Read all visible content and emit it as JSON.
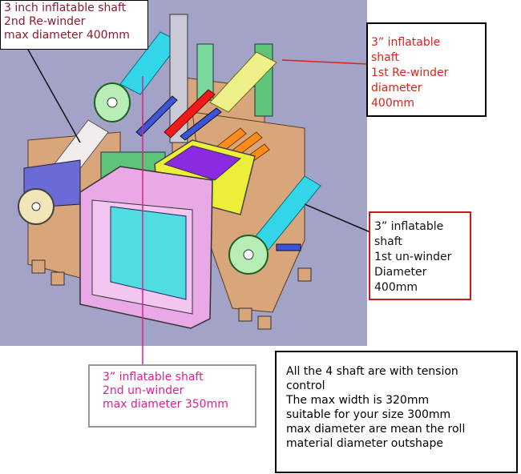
{
  "callouts": {
    "rewinder2": "3 inch inflatable shaft\n2nd Re-winder\nmax diameter 400mm",
    "rewinder1": "3” inflatable\nshaft\n1st Re-winder\ndiameter\n400mm",
    "unwinder1": "3” inflatable\nshaft\n1st un-winder\nDiameter\n400mm",
    "unwinder2": "3” inflatable shaft\n2nd un-winder\nmax diameter 350mm",
    "note": "All the 4 shaft are with tension\ncontrol\nThe max width is 320mm\nsuitable for your size 300mm\nmax diameter are mean the roll\nmaterial diameter outshape"
  },
  "colors": {
    "background_panel": "#a3a3c7",
    "frame": "#d9a57a",
    "shaft_cyan": "#33d5e8",
    "shaft_yellow": "#eef08a",
    "roller_white": "#f2ecec",
    "roller_red": "#f01a1a",
    "roller_orange": "#ff8c1a",
    "roller_blue": "#3a55d8",
    "control_panel": "#ecee3a",
    "panel_purple": "#8a2be2",
    "guard_pink": "#e9a8e6",
    "window_cyan": "#4fdde0",
    "green_pillar": "#5ec47a",
    "chuck_green": "#b6eeb6"
  }
}
